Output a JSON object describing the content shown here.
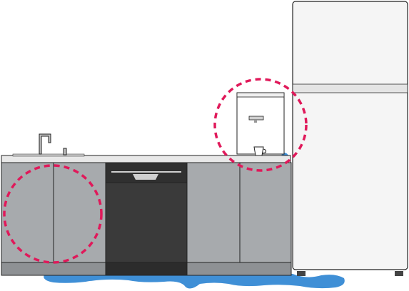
{
  "scene": {
    "objects": [
      {
        "name": "kitchen-counter",
        "label": ""
      },
      {
        "name": "faucet",
        "label": ""
      },
      {
        "name": "sink-cabinet",
        "label": ""
      },
      {
        "name": "dishwasher",
        "label": ""
      },
      {
        "name": "right-cabinet",
        "label": ""
      },
      {
        "name": "water-dispenser",
        "label": ""
      },
      {
        "name": "cup",
        "label": ""
      },
      {
        "name": "refrigerator",
        "label": ""
      },
      {
        "name": "water-leak",
        "label": ""
      }
    ],
    "highlights": [
      "sink-cabinet",
      "water-dispenser"
    ]
  },
  "colors": {
    "highlight": "#e0195a",
    "cabinet": "#a7aaad",
    "dishwasher": "#3a3a3a",
    "water": "#3f8fd6",
    "fridge": "#f5f5f5",
    "outline": "#222222"
  }
}
